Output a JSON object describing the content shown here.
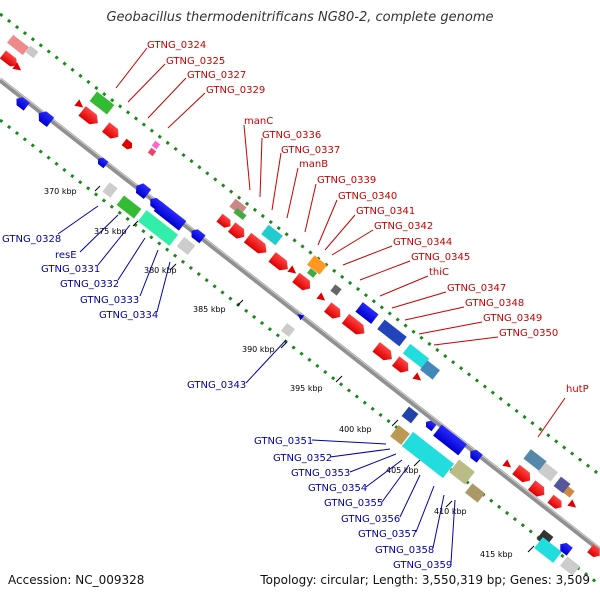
{
  "title": "Geobacillus thermodenitrificans NG80-2, complete genome",
  "accession": "Accession: NC_009328",
  "summary": "Topology: circular; Length: 3,550,319 bp; Genes: 3,509",
  "colors": {
    "forward_label": "#cc0000",
    "reverse_label": "#0000aa",
    "backbone": "#808080",
    "dotted_track": "#1a8a1a"
  },
  "ticks": [
    "370 kbp",
    "375 kbp",
    "380 kbp",
    "385 kbp",
    "390 kbp",
    "395 kbp",
    "400 kbp",
    "405 kbp",
    "410 kbp",
    "415 kbp"
  ],
  "forward_labels": [
    "GTNG_0324",
    "GTNG_0325",
    "GTNG_0327",
    "GTNG_0329",
    "manC",
    "GTNG_0336",
    "GTNG_0337",
    "manB",
    "GTNG_0339",
    "GTNG_0340",
    "GTNG_0341",
    "GTNG_0342",
    "GTNG_0344",
    "GTNG_0345",
    "thiC",
    "GTNG_0347",
    "GTNG_0348",
    "GTNG_0349",
    "GTNG_0350",
    "hutP"
  ],
  "reverse_labels": [
    "GTNG_0328",
    "resE",
    "GTNG_0331",
    "GTNG_0332",
    "GTNG_0333",
    "GTNG_0334",
    "GTNG_0343",
    "GTNG_0351",
    "GTNG_0352",
    "GTNG_0353",
    "GTNG_0354",
    "GTNG_0355",
    "GTNG_0356",
    "GTNG_0357",
    "GTNG_0358",
    "GTNG_0359"
  ]
}
